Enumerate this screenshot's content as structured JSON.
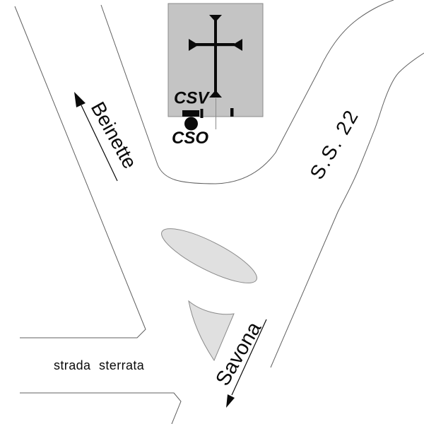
{
  "labels": {
    "road_left": "Beinette",
    "road_right": "S.S. 22",
    "road_bottom": "Savona",
    "dirt_road_word1": "strada",
    "dirt_road_word2": "sterrata",
    "station_csv": "CSV",
    "station_cso": "CSO"
  },
  "colors": {
    "building_fill": "#c4c4c4",
    "island_fill": "#e0e0e0",
    "line": "#606060",
    "symbol": "#0a0a0a"
  }
}
